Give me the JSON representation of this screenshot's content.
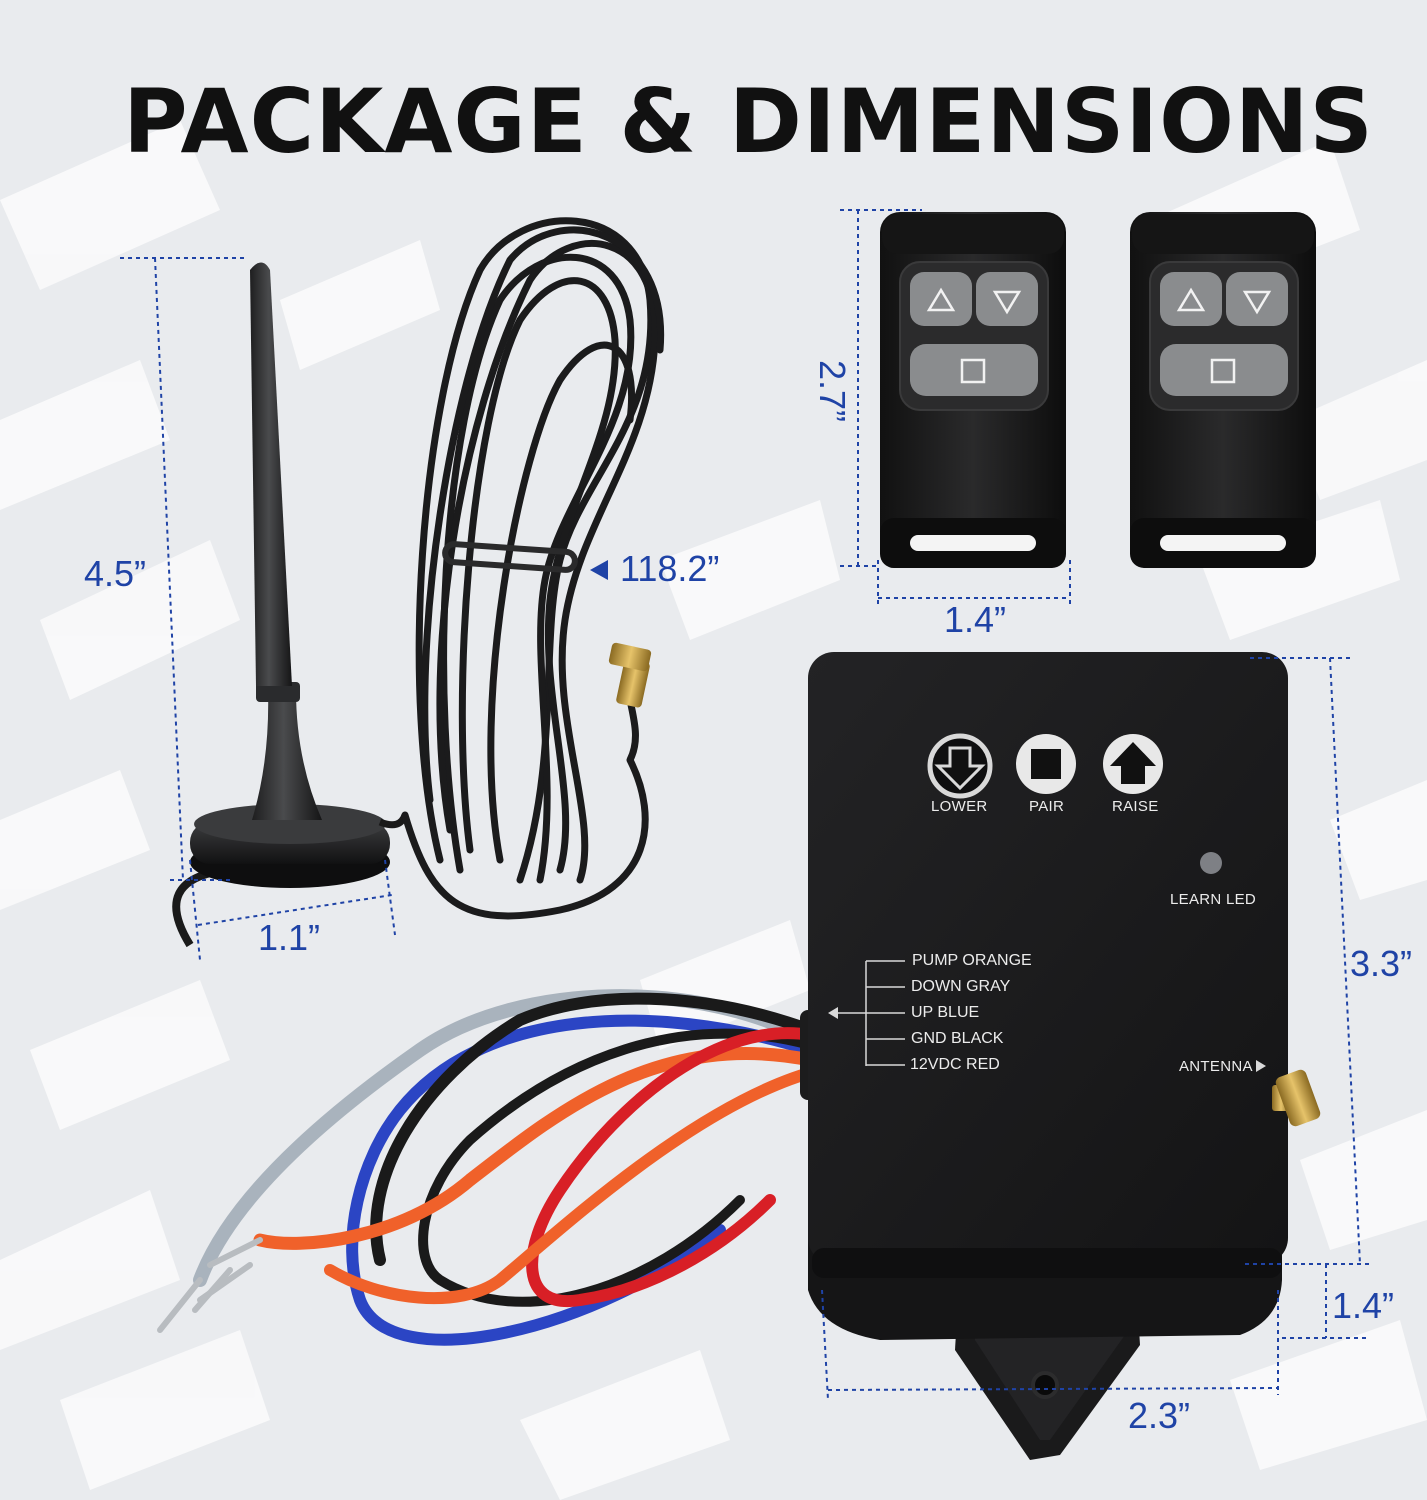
{
  "title": "PACKAGE & DIMENSIONS",
  "dimensions": {
    "antenna_height": "4.5”",
    "antenna_base": "1.1”",
    "cable_length": "118.2”",
    "remote_height": "2.7”",
    "remote_width": "1.4”",
    "receiver_height": "3.3”",
    "receiver_depth": "1.4”",
    "receiver_width": "2.3”"
  },
  "receiver": {
    "buttons": [
      "LOWER",
      "PAIR",
      "RAISE"
    ],
    "led_label": "LEARN LED",
    "antenna_label": "ANTENNA",
    "wires": [
      "PUMP ORANGE",
      "DOWN GRAY",
      "UP BLUE",
      "GND BLACK",
      "12VDC RED"
    ]
  },
  "colors": {
    "dimension": "#1f43a6",
    "housing": "#1b1b1c",
    "wire_orange": "#f0612a",
    "wire_gray": "#a9b3bd",
    "wire_blue": "#2b45c4",
    "wire_black": "#1a1a1a",
    "wire_red": "#d81f26"
  }
}
